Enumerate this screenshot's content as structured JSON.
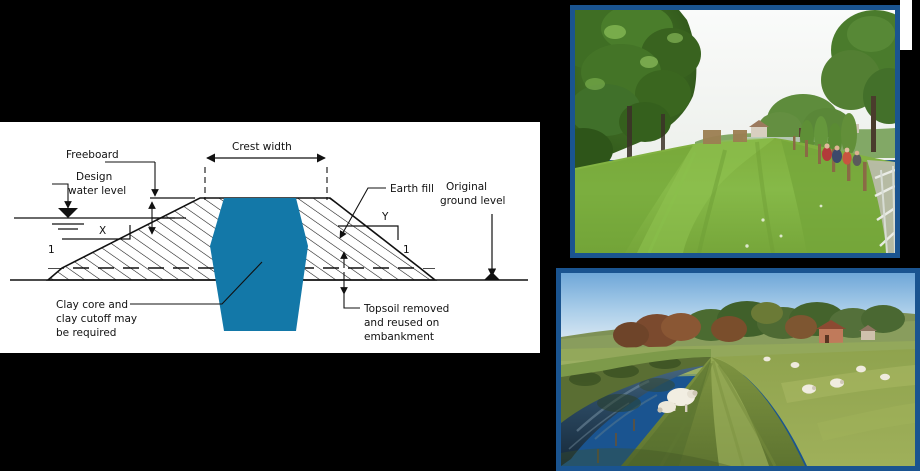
{
  "slide": {
    "background_color": "#000000",
    "layout": "diagram-left, two-photos-right"
  },
  "diagram": {
    "name": "flood-embankment-cross-section",
    "background_color": "#ffffff",
    "line_color": "#111111",
    "clay_core_color": "#1378A8",
    "labels": {
      "freeboard": "Freeboard",
      "design_water_level_line1": "Design",
      "design_water_level_line2": "water level",
      "crest_width": "Crest width",
      "earth_fill": "Earth fill",
      "original_ground_level_line1": "Original",
      "original_ground_level_line2": "ground level",
      "clay_core_line1": "Clay core and",
      "clay_core_line2": "clay cutoff may",
      "clay_core_line3": "be required",
      "topsoil_line1": "Topsoil removed",
      "topsoil_line2": "and reused on",
      "topsoil_line3": "embankment",
      "slope_x": "X",
      "slope_x_unit": "1",
      "slope_y": "Y",
      "slope_y_unit": "1"
    }
  },
  "photos": {
    "top": {
      "caption": "",
      "alt": "Grassy flood embankment with tree line on the left and a footpath with people on the right",
      "frame_color": "#1A5490",
      "sky_color": "#F2F4F3",
      "grass_color": "#7CB342",
      "tree_color": "#3C6B24"
    },
    "bottom": {
      "caption": "",
      "alt": "River alongside a grassy flood embankment with sheep grazing, autumn trees and a house in the distance",
      "frame_color": "#1A5490",
      "sky_color": "#9FC6E8",
      "water_color": "#2E4F6B",
      "grass_color": "#8AA14A",
      "tree_color": "#4E6B33"
    }
  }
}
